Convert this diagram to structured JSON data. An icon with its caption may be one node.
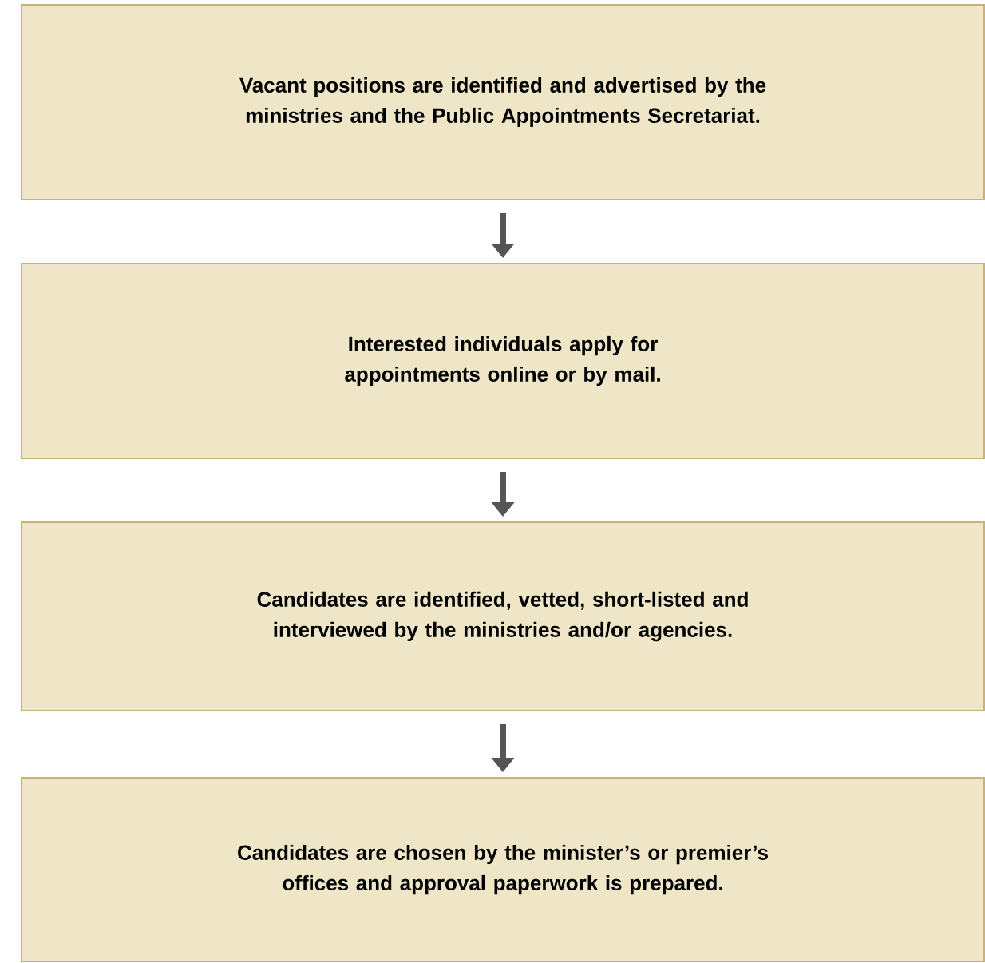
{
  "diagram": {
    "nodes": [
      {
        "text": [
          "Vacant positions are identified and advertised by the ministries and the Public Appointments Secretariat."
        ]
      },
      {
        "text": [
          "Interested individuals apply for appointments online or by mail."
        ]
      },
      {
        "text": [
          "Candidates are identified, vetted, short-listed and interviewed by the ministries and/or agencies."
        ]
      },
      {
        "text": [
          "Candidates are chosen by the minister’s or premier’s offices and approval paperwork is prepared."
        ]
      }
    ],
    "edges": [
      {
        "from": 0,
        "to": 1,
        "arrow": "to"
      },
      {
        "from": 1,
        "to": 2,
        "arrow": "to"
      },
      {
        "from": 2,
        "to": 3,
        "arrow": "to"
      }
    ]
  }
}
